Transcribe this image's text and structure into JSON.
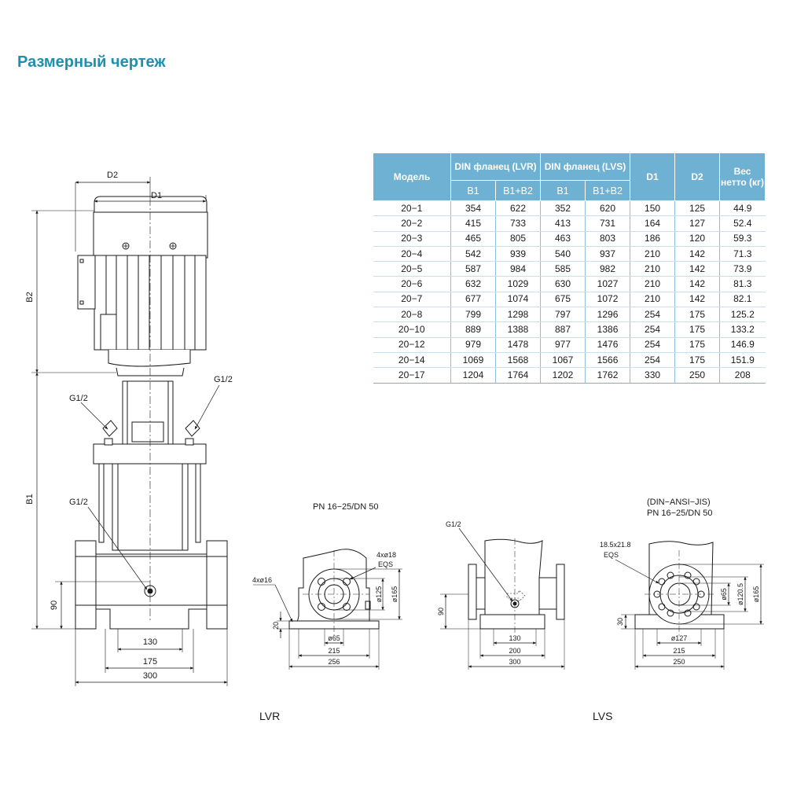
{
  "title": "Размерный чертеж",
  "table": {
    "headers": {
      "model": "Модель",
      "din_lvr": "DIN фланец (LVR)",
      "din_lvs": "DIN фланец (LVS)",
      "b1": "B1",
      "b1b2": "B1+B2",
      "d1": "D1",
      "d2": "D2",
      "weight": "Вес нетто (кг)"
    },
    "rows": [
      [
        "20−1",
        "354",
        "622",
        "352",
        "620",
        "150",
        "125",
        "44.9"
      ],
      [
        "20−2",
        "415",
        "733",
        "413",
        "731",
        "164",
        "127",
        "52.4"
      ],
      [
        "20−3",
        "465",
        "805",
        "463",
        "803",
        "186",
        "120",
        "59.3"
      ],
      [
        "20−4",
        "542",
        "939",
        "540",
        "937",
        "210",
        "142",
        "71.3"
      ],
      [
        "20−5",
        "587",
        "984",
        "585",
        "982",
        "210",
        "142",
        "73.9"
      ],
      [
        "20−6",
        "632",
        "1029",
        "630",
        "1027",
        "210",
        "142",
        "81.3"
      ],
      [
        "20−7",
        "677",
        "1074",
        "675",
        "1072",
        "210",
        "142",
        "82.1"
      ],
      [
        "20−8",
        "799",
        "1298",
        "797",
        "1296",
        "254",
        "175",
        "125.2"
      ],
      [
        "20−10",
        "889",
        "1388",
        "887",
        "1386",
        "254",
        "175",
        "133.2"
      ],
      [
        "20−12",
        "979",
        "1478",
        "977",
        "1476",
        "254",
        "175",
        "146.9"
      ],
      [
        "20−14",
        "1069",
        "1568",
        "1067",
        "1566",
        "254",
        "175",
        "151.9"
      ],
      [
        "20−17",
        "1204",
        "1764",
        "1202",
        "1762",
        "330",
        "250",
        "208"
      ]
    ]
  },
  "pump_view": {
    "d2": "D2",
    "d1": "D1",
    "b2": "B2",
    "b1": "B1",
    "g_left": "G1/2",
    "g_right": "G1/2",
    "g_low": "G1/2",
    "h90": "90",
    "w130": "130",
    "w175": "175",
    "w300": "300"
  },
  "lvr_view": {
    "caption": "PN 16−25/DN 50",
    "holes_left": "4xø16",
    "holes_right": "4xø18",
    "eqs": "EQS",
    "d125": "ø125",
    "d165": "ø165",
    "d65": "ø65",
    "w215": "215",
    "w256": "256",
    "h20": "20",
    "label": "LVR"
  },
  "lvs_side": {
    "g": "G1/2",
    "h90": "90",
    "w130": "130",
    "w200": "200",
    "w300": "300"
  },
  "lvs_flange": {
    "caption1": "(DIN−ANSI−JIS)",
    "caption2": "PN 16−25/DN 50",
    "slot": "18.5x21.8",
    "eqs": "EQS",
    "d65": "ø65",
    "d1205": "ø120.5",
    "d165": "ø165",
    "d127": "ø127",
    "w215": "215",
    "w250": "250",
    "h30": "30",
    "label": "LVS"
  }
}
